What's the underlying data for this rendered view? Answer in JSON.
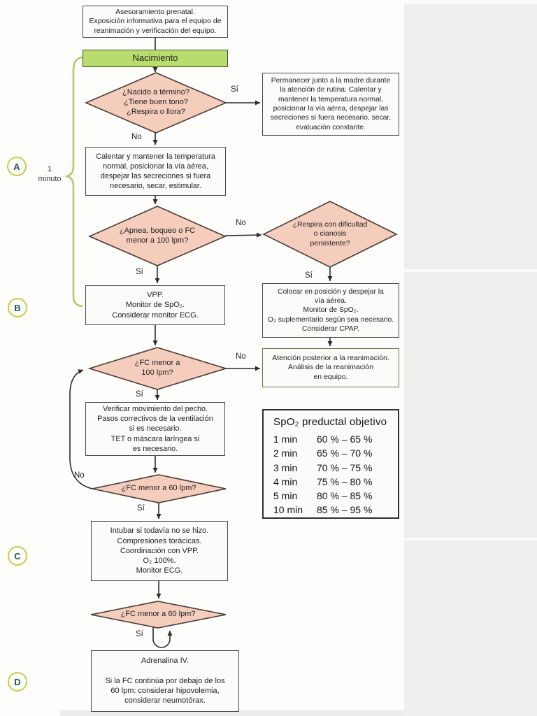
{
  "labels": {
    "si": "Sí",
    "no": "No",
    "one_minute": "1\nminuto"
  },
  "markers": {
    "a": "A",
    "b": "B",
    "c": "C",
    "d": "D"
  },
  "nodes": {
    "prenatal": "Asesoramiento prenatal.\nExposición informativa para el equipo de\nreanimación y verificación del equipo.",
    "birth": "Nacimiento",
    "q_term": "¿Nacido a término?\n¿Tiene buen tono?\n¿Respira o llora?",
    "stay_mother": "Permanecer junto a la madre durante\nla atención de rutina: Calentar y\nmantener la temperatura normal,\nposicionar la vía aérea, despejar las\nsecreciones si fuera necesario, secar,\nevaluación constante.",
    "warm": "Calentar y mantener la temperatura\nnormal, posicionar la vía aérea,\ndespejar las secreciones si fuera\nnecesario, secar, estimular.",
    "q_apnea": "¿Apnea, boqueo o FC\nmenor a 100 lpm?",
    "q_breath": "¿Respira con dificultad\no cianosis\npersistente?",
    "vpp": "VPP.\nMonitor de SpO₂.\nConsiderar monitor ECG.",
    "position_airway": "Colocar en posición y despejar la\nvía aérea.\nMonitor de SpO₂.\nO₂ suplementario según sea necesario.\nConsiderar CPAP.",
    "q_fc100": "¿FC menor a\n100 lpm?",
    "post_resus": "Atención posterior a la reanimación.\nAnálisis de la reanimación\nen equipo.",
    "check_chest": "Verificar movimiento del pecho.\nPasos correctivos de la ventilación\nsi es necesario.\nTET o máscara laríngea si\nes necesario.",
    "q_fc60_first": "¿FC menor a 60 lpm?",
    "intubate": "Intubar si todavía no se hizo.\nCompresiones torácicas.\nCoordinación con VPP.\nO₂ 100%.\nMonitor ECG.",
    "q_fc60_second": "¿FC menor a 60 lpm?",
    "adrenaline": "Adrenalina IV.\n\nSi la FC continúa por debajo de los\n60 lpm: considerar hipovolemia,\nconsiderar neumotórax."
  },
  "spo2_table": {
    "title": "SpO₂ preductal objetivo",
    "rows": [
      {
        "time": "1 min",
        "range": "60 % – 65 %"
      },
      {
        "time": "2 min",
        "range": "65 % – 70 %"
      },
      {
        "time": "3 min",
        "range": "70 % – 75 %"
      },
      {
        "time": "4 min",
        "range": "75 % – 80 %"
      },
      {
        "time": "5 min",
        "range": "80 % – 85 %"
      },
      {
        "time": "10 min",
        "range": "85 % – 95 %"
      }
    ]
  },
  "colors": {
    "diamond_fill": "#f5cdbd",
    "birth_fill": "#b9dc6e",
    "bracket_green": "#aacd68",
    "marker_ring": "#c3cf4a",
    "marker_text": "#1d5b52",
    "line": "#2a2a2a",
    "panel_bg": "#efefed"
  }
}
